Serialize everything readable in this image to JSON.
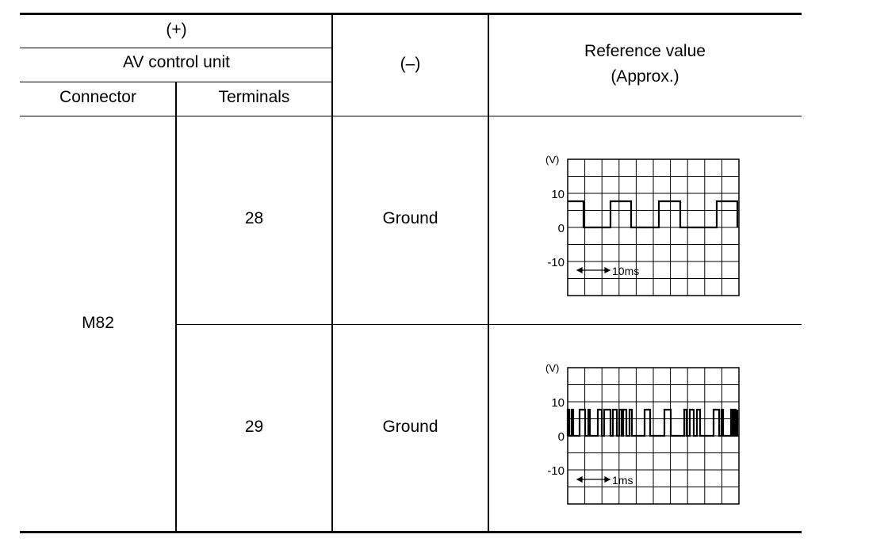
{
  "table": {
    "header": {
      "plus": "(+)",
      "unit": "AV control unit",
      "connector": "Connector",
      "terminals": "Terminals",
      "minus": "(–)",
      "reference_line1": "Reference value",
      "reference_line2": "(Approx.)"
    },
    "connector_value": "M82",
    "rows": [
      {
        "terminal": "28",
        "ground": "Ground",
        "waveform": {
          "unit": "(V)",
          "y_ticks": [
            "10",
            "0",
            "-10"
          ],
          "time_scale": "10ms"
        }
      },
      {
        "terminal": "29",
        "ground": "Ground",
        "waveform": {
          "unit": "(V)",
          "y_ticks": [
            "10",
            "0",
            "-10"
          ],
          "time_scale": "1ms"
        }
      }
    ]
  }
}
